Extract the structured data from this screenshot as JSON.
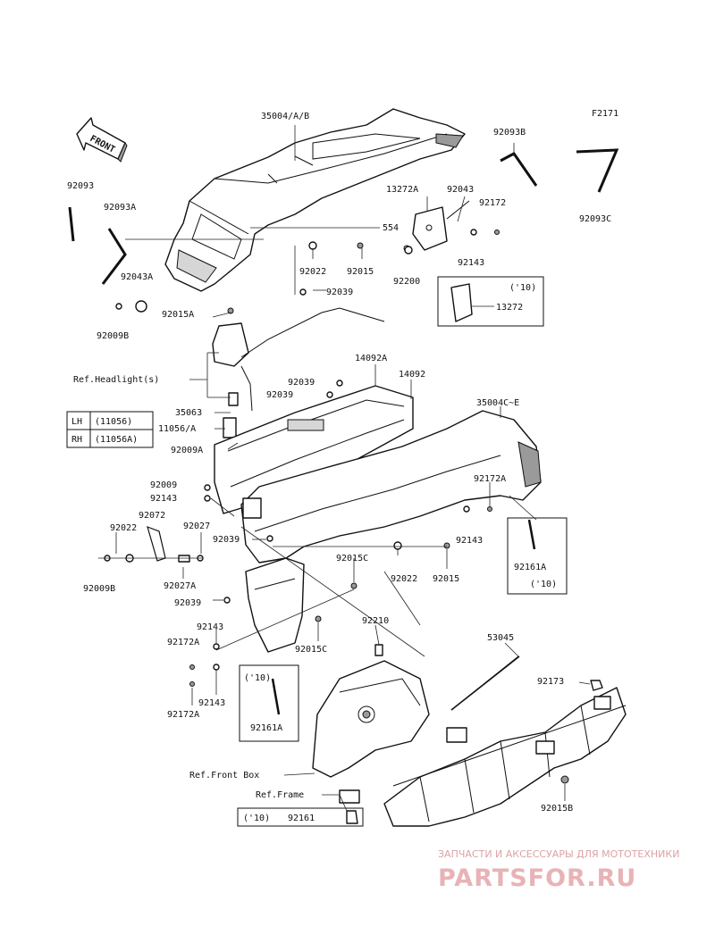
{
  "figure_code": "F2171",
  "front_label": "FRONT",
  "legend": {
    "rows": [
      {
        "side": "LH",
        "part": "(11056)"
      },
      {
        "side": "RH",
        "part": "(11056A)"
      }
    ]
  },
  "boxes": {
    "box_13272": {
      "year": "('10)",
      "part": "13272"
    },
    "box_92161A_right": {
      "part": "92161A",
      "year": "('10)"
    },
    "box_92161A_left": {
      "year": "('10)",
      "part": "92161A"
    },
    "box_92161": {
      "year": "('10)",
      "part": "92161"
    }
  },
  "labels": {
    "p35004": "35004/A/B",
    "p92093B": "92093B",
    "p92093": "92093",
    "p92093A": "92093A",
    "p13272A": "13272A",
    "p92043": "92043",
    "p92172": "92172",
    "p554": "554",
    "p92093C": "92093C",
    "p92022a": "92022",
    "p92015a": "92015",
    "p92143a": "92143",
    "p92043A": "92043A",
    "p92200": "92200",
    "p92039a": "92039",
    "p92009B": "92009B",
    "p92015A": "92015A",
    "p14092A": "14092A",
    "p14092": "14092",
    "ref_headlight": "Ref.Headlight(s)",
    "p92039b": "92039",
    "p92039c": "92039",
    "p35004CE": "35004C~E",
    "p35063": "35063",
    "p11056": "11056/A",
    "p92009A": "92009A",
    "p92009": "92009",
    "p92143b": "92143",
    "p92172A": "92172A",
    "p92072": "92072",
    "p92022b": "92022",
    "p92027": "92027",
    "p92039d": "92039",
    "p92143c": "92143",
    "p92009Bb": "92009B",
    "p92027A": "92027A",
    "p92015C": "92015C",
    "p92022c": "92022",
    "p92015b": "92015",
    "p92039e": "92039",
    "p92210": "92210",
    "p92143d": "92143",
    "p92172Ab": "92172A",
    "p92015Cb": "92015C",
    "p53045": "53045",
    "p92143e": "92143",
    "p92172Ac": "92172A",
    "p92173": "92173",
    "ref_frontbox": "Ref.Front Box",
    "ref_frame": "Ref.Frame",
    "p92015B": "92015B"
  },
  "watermark": {
    "line1": "ЗАПЧАСТИ И АКСЕССУАРЫ ДЛЯ МОТОТЕХНИКИ",
    "line2": "PARTSFOR.RU"
  },
  "colors": {
    "ink": "#111111",
    "watermark": "#e8b3b6"
  }
}
